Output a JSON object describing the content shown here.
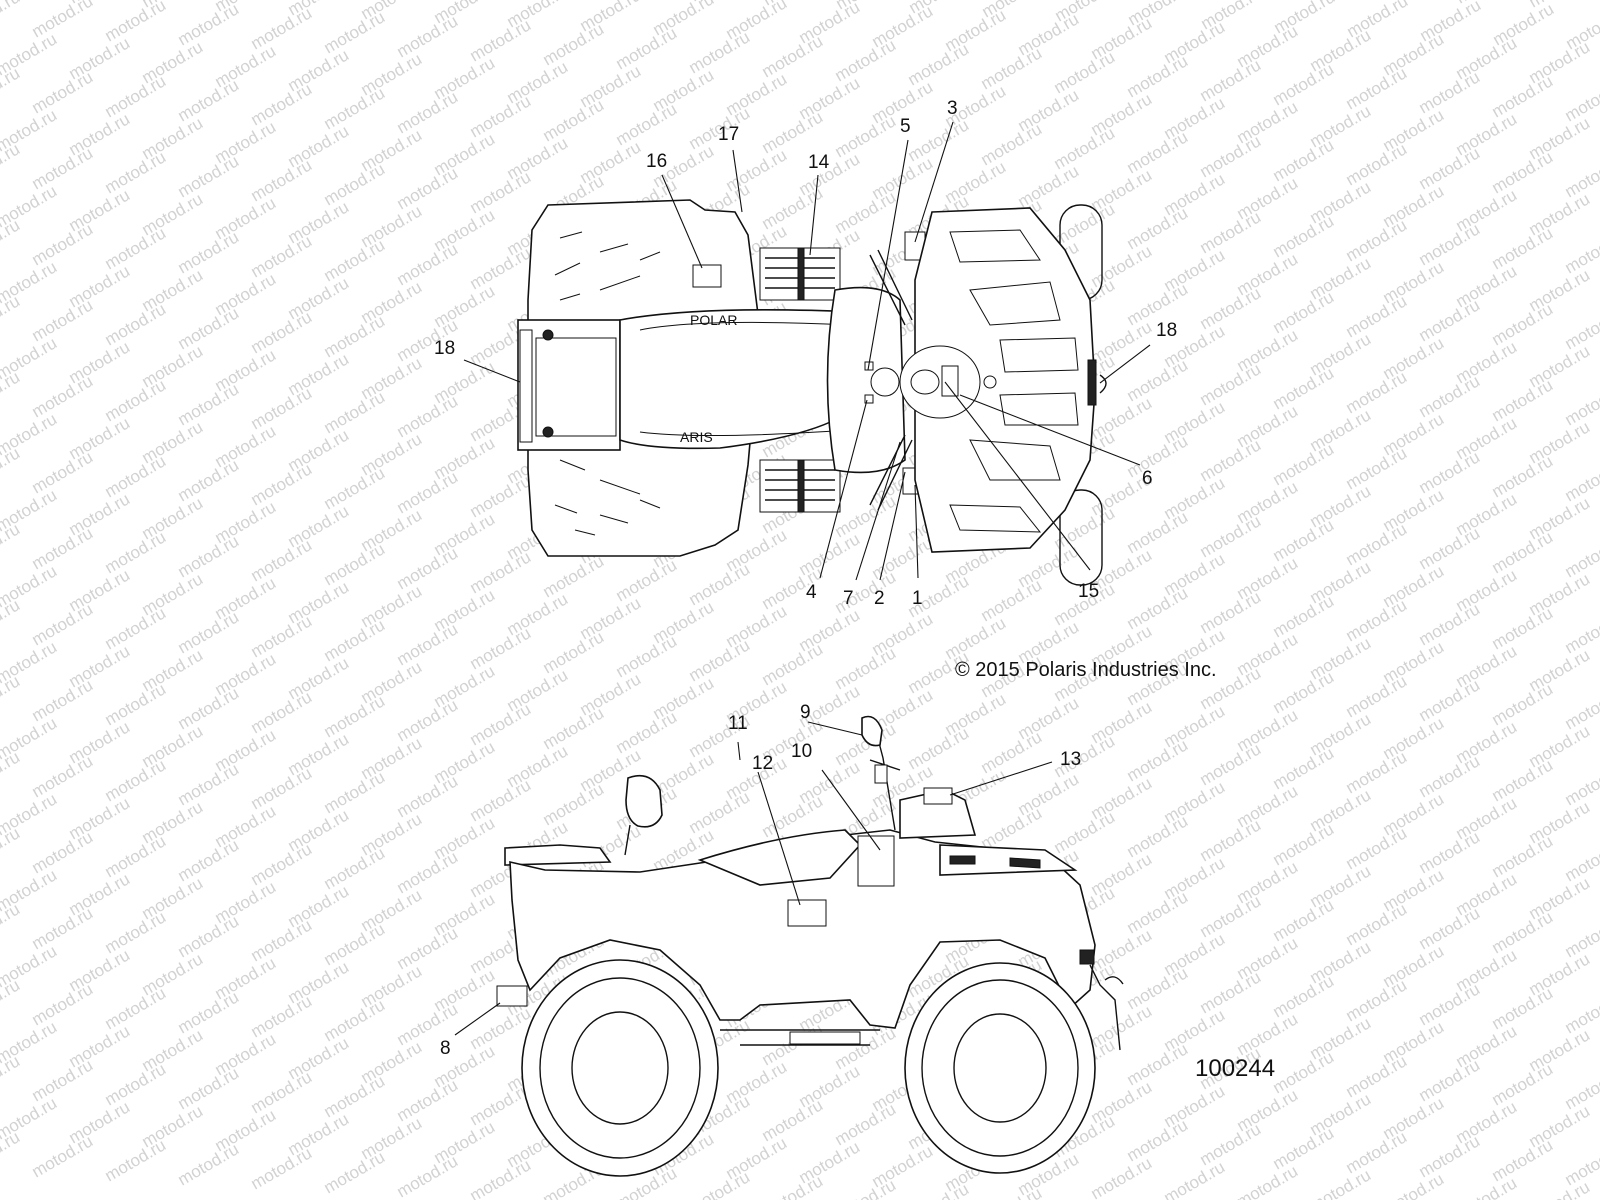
{
  "watermark": {
    "text": "motod.ru"
  },
  "copyright": "© 2015 Polaris Industries Inc.",
  "figure_id": "100244",
  "branding": {
    "top_view_seat_text_a": "POLAR",
    "top_view_seat_text_b": "ARIS"
  },
  "callouts": {
    "top_view": [
      {
        "label": "1"
      },
      {
        "label": "2"
      },
      {
        "label": "3"
      },
      {
        "label": "4"
      },
      {
        "label": "5"
      },
      {
        "label": "6"
      },
      {
        "label": "7"
      },
      {
        "label": "14"
      },
      {
        "label": "15"
      },
      {
        "label": "16"
      },
      {
        "label": "17"
      },
      {
        "label": "18"
      },
      {
        "label": "18"
      }
    ],
    "side_view": [
      {
        "label": "8"
      },
      {
        "label": "9"
      },
      {
        "label": "10"
      },
      {
        "label": "11"
      },
      {
        "label": "12"
      },
      {
        "label": "13"
      }
    ]
  }
}
